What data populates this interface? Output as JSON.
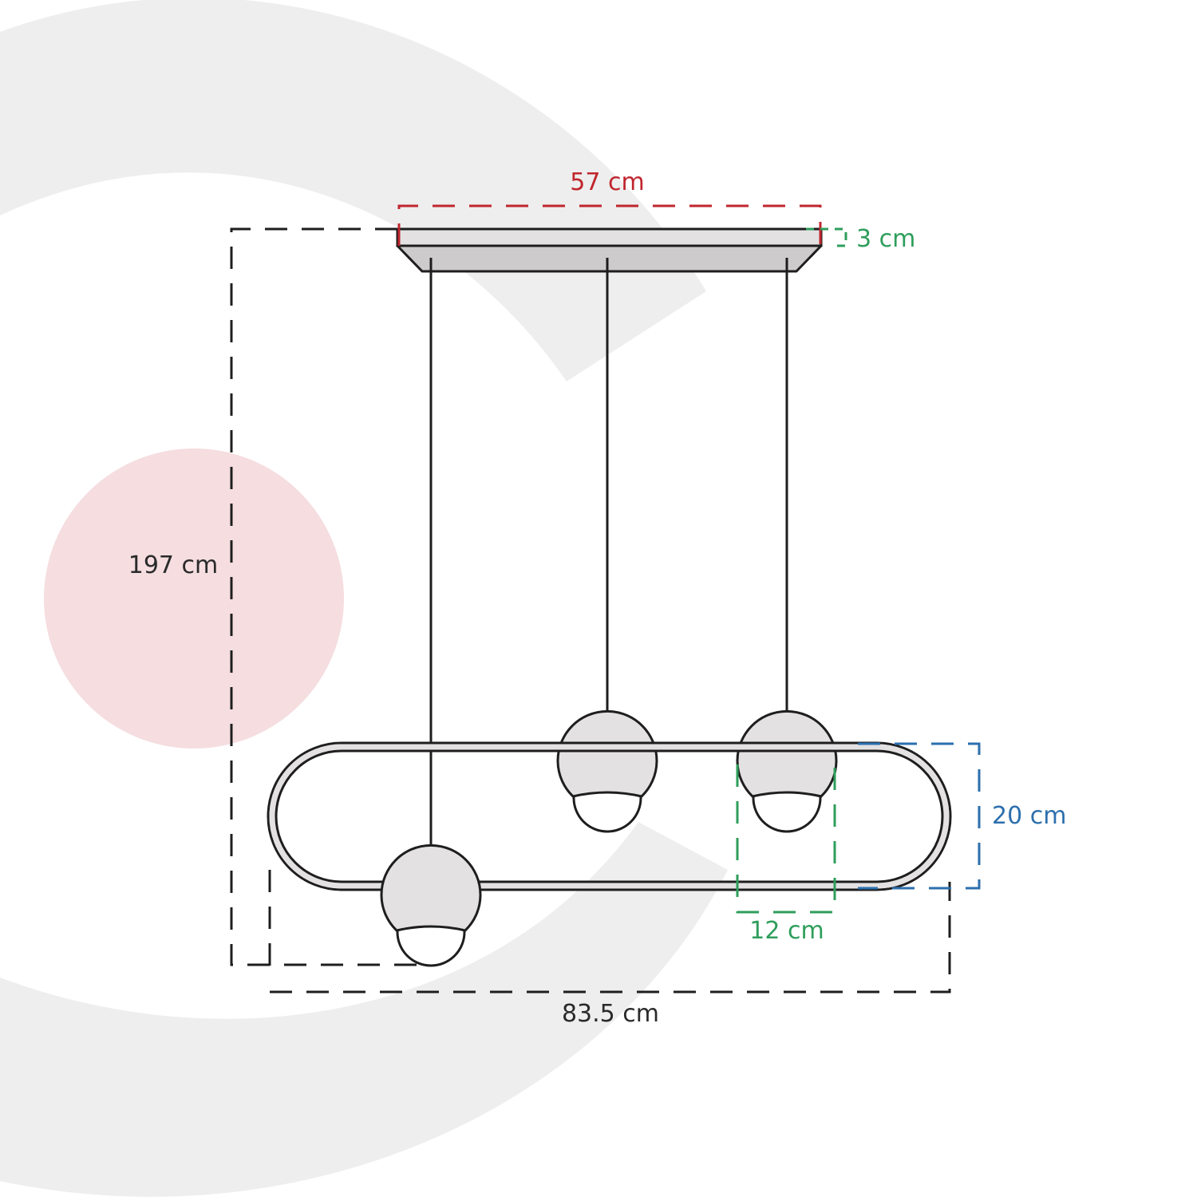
{
  "dimensions": {
    "canopy_width": "57 cm",
    "canopy_height": "3 cm",
    "total_height": "197 cm",
    "ring_height": "20 cm",
    "shade_width": "12 cm",
    "total_width": "83.5 cm"
  },
  "colors": {
    "background": "#ffffff",
    "backdrop_arc": "#eeeeee",
    "backdrop_circle": "#f5dde0",
    "line": "#1e1e1e",
    "fill_grey": "#e3e1e2",
    "canopy_fill": "#cdcbcc",
    "canopy_width_color": "#c0262e",
    "canopy_height_color": "#2e9e5b",
    "shade_width_color": "#2e9e5b",
    "ring_height_color": "#2c6fad",
    "neutral_dim_color": "#2a2a2a"
  }
}
